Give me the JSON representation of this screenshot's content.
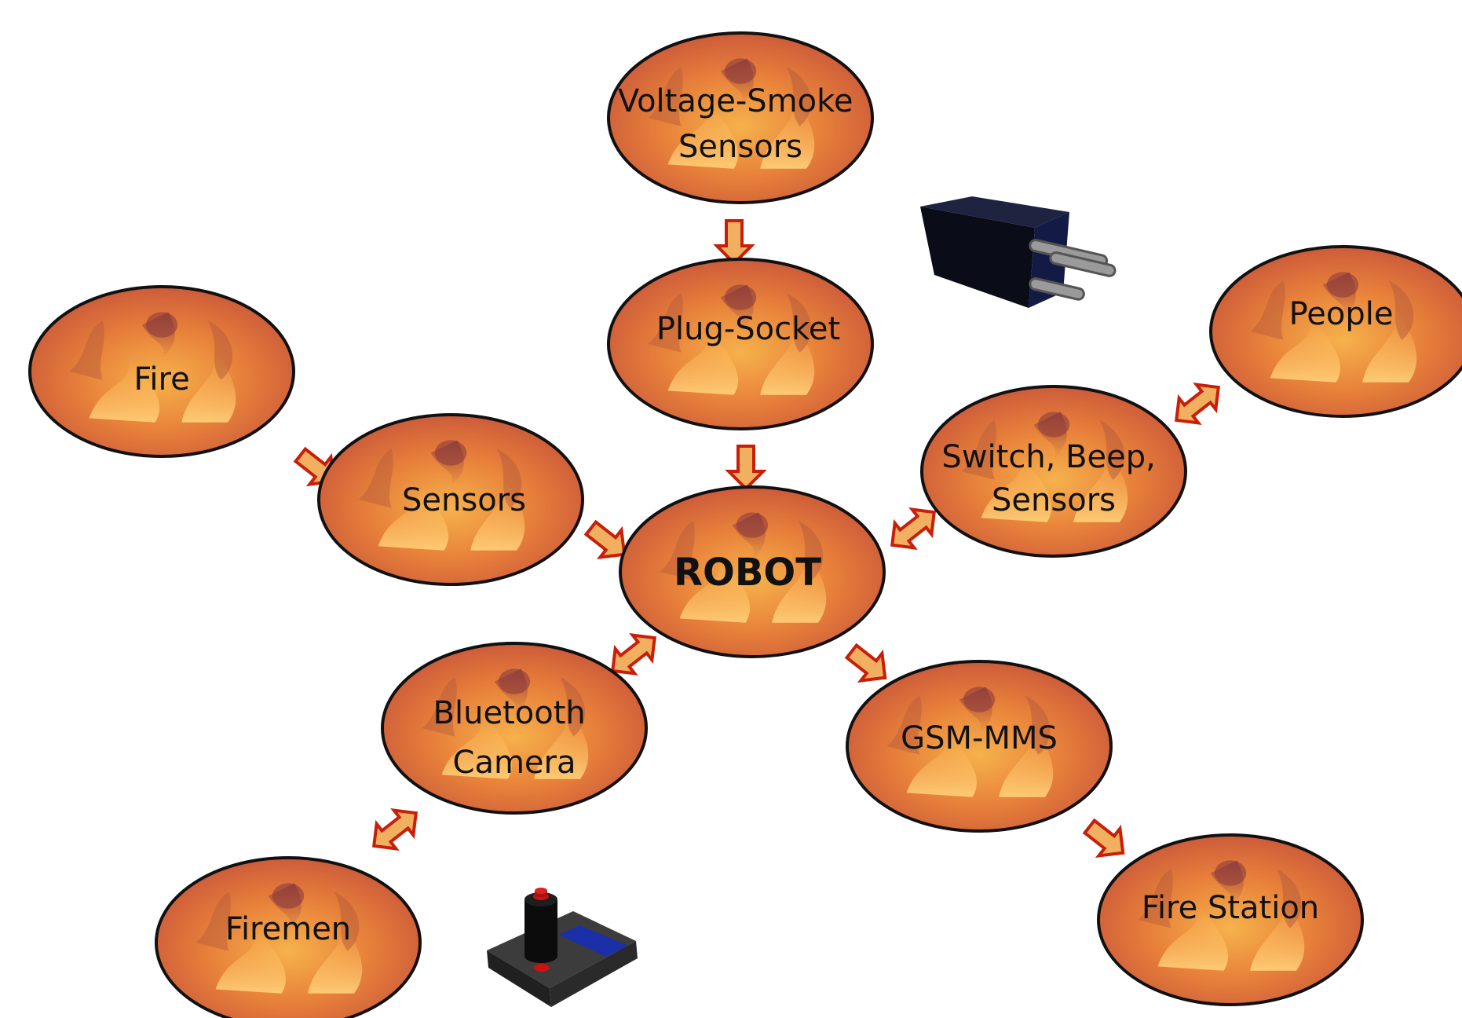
{
  "nodes": {
    "voltage_smoke": {
      "lines": [
        "Voltage-Smoke",
        "Sensors"
      ]
    },
    "plug_socket": {
      "lines": [
        "Plug-Socket"
      ]
    },
    "fire": {
      "lines": [
        "Fire"
      ]
    },
    "sensors": {
      "lines": [
        "Sensors"
      ]
    },
    "robot": {
      "lines": [
        "ROBOT"
      ]
    },
    "switch_beep": {
      "lines": [
        "Switch, Beep,",
        "Sensors"
      ]
    },
    "people": {
      "lines": [
        "People"
      ]
    },
    "bluetooth": {
      "lines": [
        "Bluetooth",
        "Camera"
      ]
    },
    "gsm": {
      "lines": [
        "GSM-MMS"
      ]
    },
    "firemen": {
      "lines": [
        "Firemen"
      ]
    },
    "fire_station": {
      "lines": [
        "Fire Station"
      ]
    }
  },
  "icons": [
    "plug-connector-icon",
    "joystick-controller-icon"
  ],
  "colors": {
    "arrow_fill": "#f0b060",
    "arrow_stroke": "#c81e0a",
    "ellipse_stroke": "#111111",
    "fire_base": "#e8823a"
  }
}
